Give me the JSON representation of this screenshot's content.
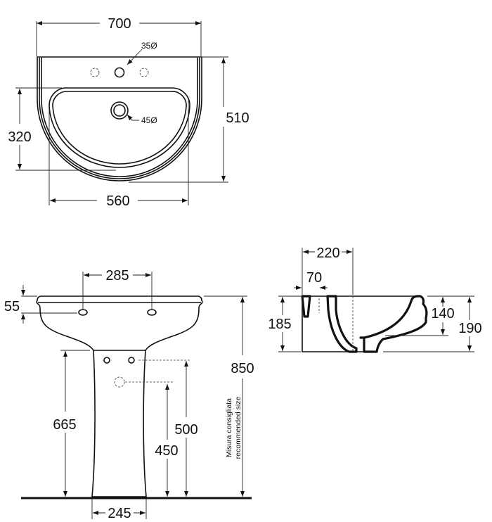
{
  "title": "Washbasin with pedestal – dimensional drawing",
  "top_view": {
    "width": "700",
    "depth": "510",
    "bowl_depth": "320",
    "bowl_width": "560",
    "tap_hole": "35Ø",
    "drain": "45Ø"
  },
  "front_view": {
    "tap_spacing": "285",
    "rim_to_hole": "55",
    "pedestal_height": "665",
    "waste_height": "500",
    "supply_height": "450",
    "total_height": "850",
    "pedestal_width": "245",
    "note_it": "Misura consigliata",
    "note_en": "recommended size"
  },
  "side_view": {
    "projection": "220",
    "wall_to_tap": "70",
    "back_height": "185",
    "bowl_height": "140",
    "total_height": "190"
  }
}
